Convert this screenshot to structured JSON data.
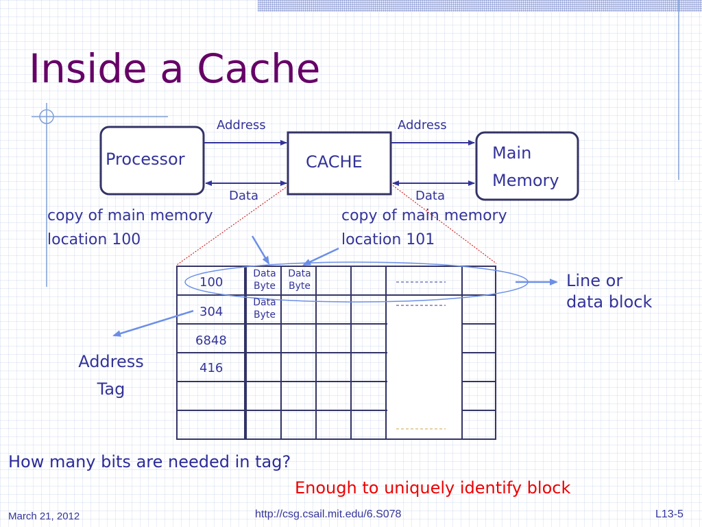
{
  "slide": {
    "title": "Inside a Cache"
  },
  "diagram": {
    "processor": "Processor",
    "cache": "CACHE",
    "memory_line1": "Main",
    "memory_line2": "Memory",
    "address_left": "Address",
    "address_right": "Address",
    "data_left": "Data",
    "data_right": "Data",
    "copy_left_line1": "copy of main memory",
    "copy_left_line2": "location 100",
    "copy_right_line1": "copy of main memory",
    "copy_right_line2": "location 101",
    "line_label_1": "Line or",
    "line_label_2": "data block",
    "address_tag_1": "Address",
    "address_tag_2": "Tag",
    "tags": [
      "100",
      "304",
      "6848",
      "416"
    ],
    "cell_data_byte_1": "Data",
    "cell_data_byte_2": "Byte"
  },
  "question": "How many bits are needed in tag?",
  "answer": "Enough to uniquely identify block",
  "footer": {
    "date": "March 21, 2012",
    "url": "http://csg.csail.mit.edu/6.S078",
    "page": "L13-5"
  },
  "colors": {
    "title": "#660066",
    "navy": "#333399",
    "arrow_light": "#6b8fe6",
    "answer": "#ee0000",
    "dotted_red": "#cc0000"
  }
}
